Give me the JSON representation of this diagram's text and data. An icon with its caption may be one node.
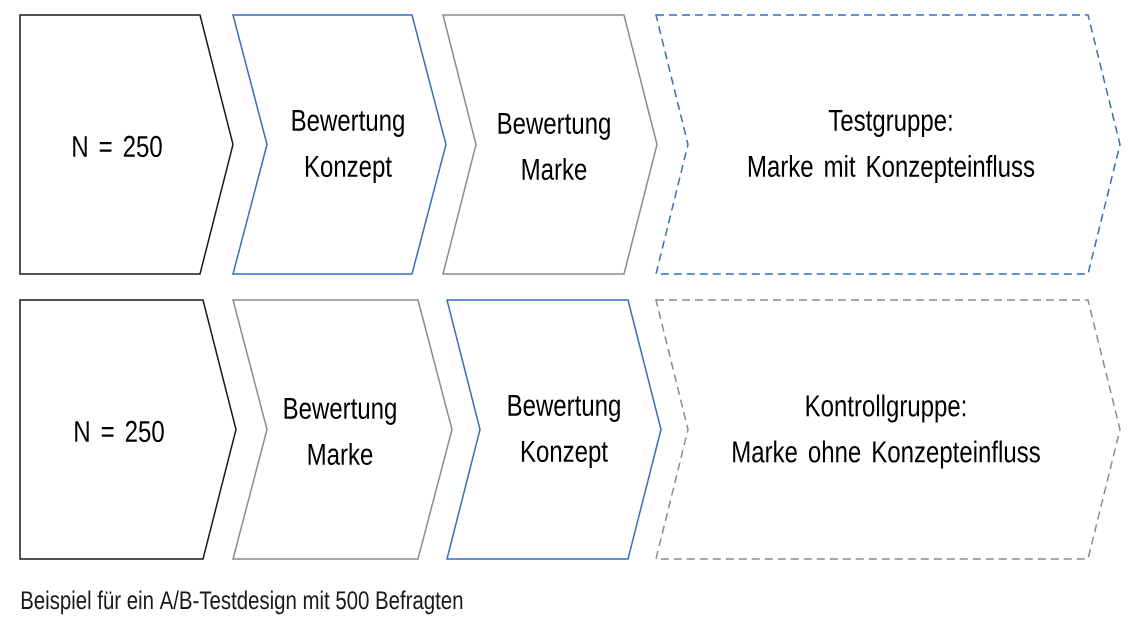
{
  "diagram": {
    "nodes": [
      {
        "text": [
          "N = 250"
        ]
      },
      {
        "text": [
          "Bewertung Konzept"
        ]
      },
      {
        "text": [
          "Bewertung Marke"
        ]
      },
      {
        "text": [
          "Testgruppe:",
          "Marke mit Konzepteinfluss"
        ]
      },
      {
        "text": [
          "N = 250"
        ]
      },
      {
        "text": [
          "Bewertung Marke"
        ]
      },
      {
        "text": [
          "Bewertung Konzept"
        ]
      },
      {
        "text": [
          "Kontrollgruppe:",
          "Marke ohne Konzepteinfluss"
        ]
      }
    ],
    "caption": "Beispiel für ein A/B-Testdesign mit 500 Befragten"
  }
}
